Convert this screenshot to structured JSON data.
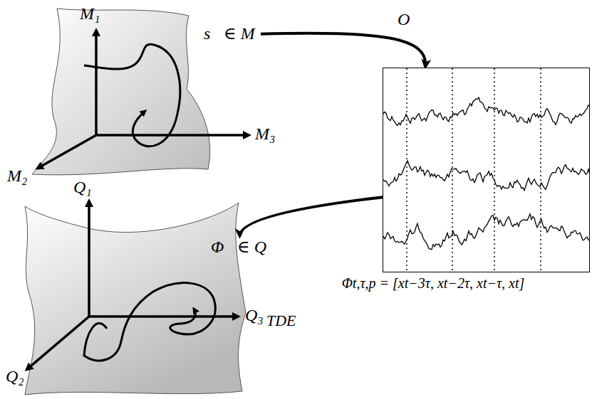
{
  "diagram": {
    "nodes": [
      {
        "text": [
          "s⃗∈ M"
        ]
      },
      {
        "text": [
          "Φt,τ,p = [xt−3τ, xt−2τ, xt−τ, xt]"
        ]
      },
      {
        "text": [
          "Φ⃗∈ Q"
        ]
      }
    ],
    "edges": [
      {
        "from": 0,
        "to": 1,
        "label": "O",
        "arrow": "to"
      },
      {
        "from": 1,
        "to": 2,
        "label": "TDE",
        "arrow": "to"
      }
    ],
    "labels": [
      "M₁",
      "M₂",
      "M₃",
      "Q₁",
      "Q₂",
      "Q₃"
    ]
  }
}
